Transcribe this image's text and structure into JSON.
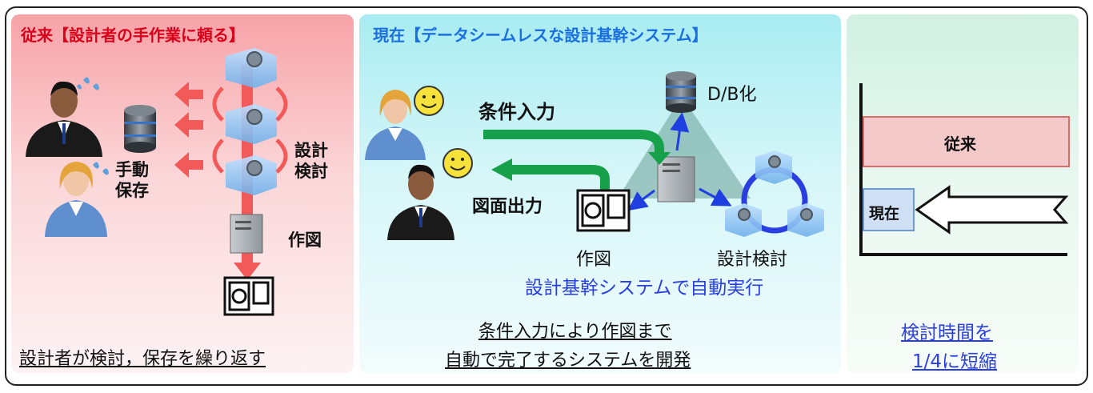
{
  "left": {
    "title": "従来【設計者の手作業に頼る】",
    "manual_save": [
      "手動",
      "保存"
    ],
    "design_review": [
      "設計",
      "検討"
    ],
    "drawing": "作図",
    "caption": "設計者が検討，保存を繰り返す"
  },
  "middle": {
    "title": "現在【データシームレスな設計基幹システム】",
    "condition_input": "条件入力",
    "drawing_output": "図面出力",
    "db": "D/B化",
    "drawing": "作図",
    "design_review": "設計検討",
    "auto_exec": "設計基幹システムで自動実行",
    "caption": [
      "条件入力により作図まで",
      "自動で完了するシステムを開発"
    ]
  },
  "right": {
    "bar_old": "従来",
    "bar_new": "現在",
    "caption": [
      "検討時間を",
      "1/4に短縮"
    ],
    "time_ratio_new_to_old": 0.25
  },
  "colors": {
    "left_title": "#d9001b",
    "middle_title": "#1a6fe0",
    "accent_blue": "#1f3fe0",
    "red_arrow": "#f25a5a",
    "green_arrow": "#16a04a",
    "bar_old_fill": "#f3c9c9",
    "bar_new_fill": "#cfe0f5"
  }
}
